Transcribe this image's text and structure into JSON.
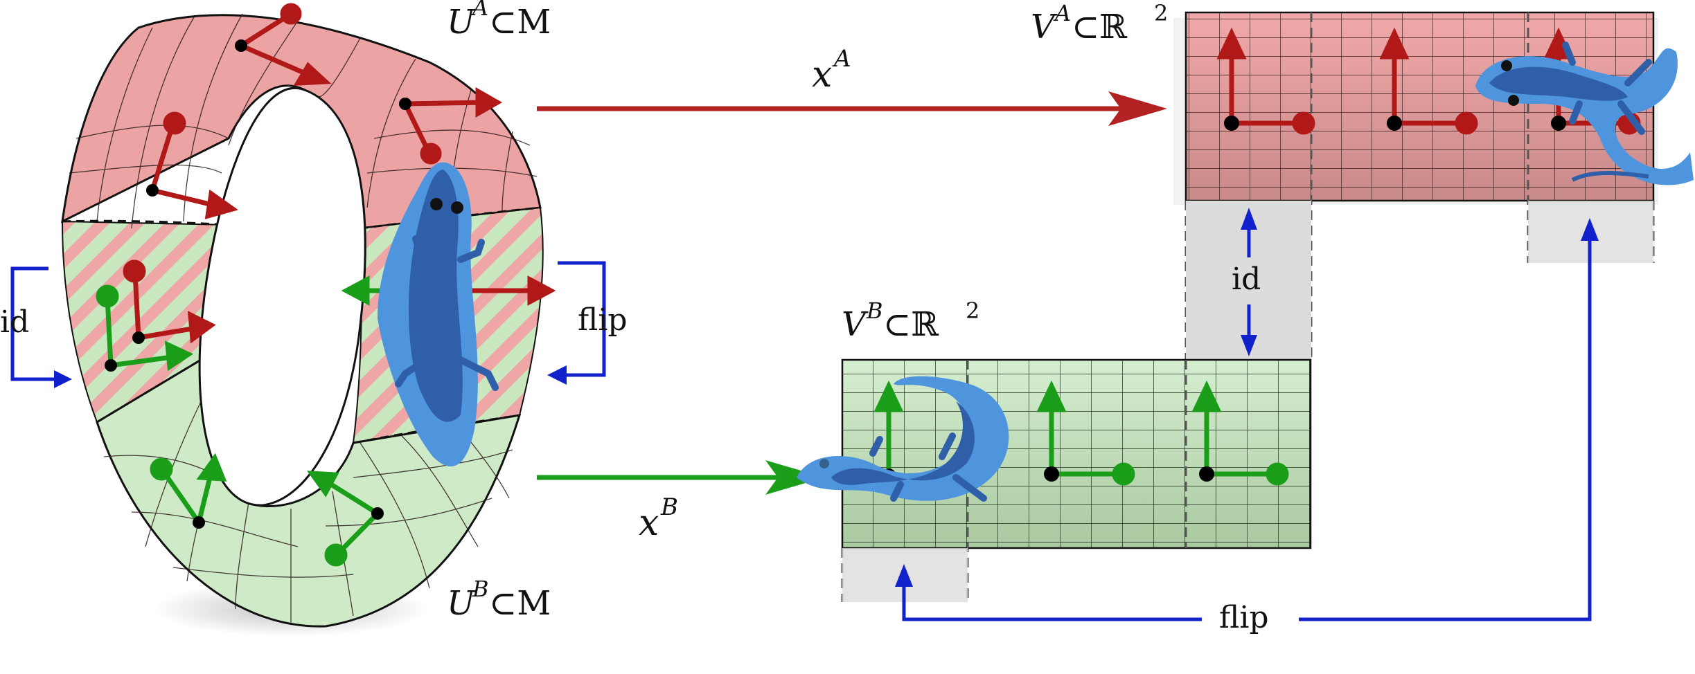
{
  "labels": {
    "UA_base": "U",
    "UA_sup": "A",
    "UA_rest": "⊂M",
    "UB_base": "U",
    "UB_sup": "B",
    "UB_rest": "⊂M",
    "VA_base": "V",
    "VA_sup": "A",
    "VA_rest": "⊂ℝ",
    "VA_exp": "2",
    "VB_base": "V",
    "VB_sup": "B",
    "VB_rest": "⊂ℝ",
    "VB_exp": "2",
    "xA_base": "x",
    "xA_sup": "A",
    "xB_base": "x",
    "xB_sup": "B",
    "id_left": "id",
    "flip_left": "flip",
    "id_mid": "id",
    "flip_bottom": "flip"
  },
  "colors": {
    "red": "#b22222",
    "red_fill": "#e8a3a3",
    "green": "#1a9e1a",
    "green_fill": "#c9e8bf",
    "blue": "#1122cc",
    "gecko": "#2f5fa8",
    "gecko_light": "#4f95de"
  },
  "icons": [
    "gecko-icon",
    "tangent-frame-icon"
  ]
}
